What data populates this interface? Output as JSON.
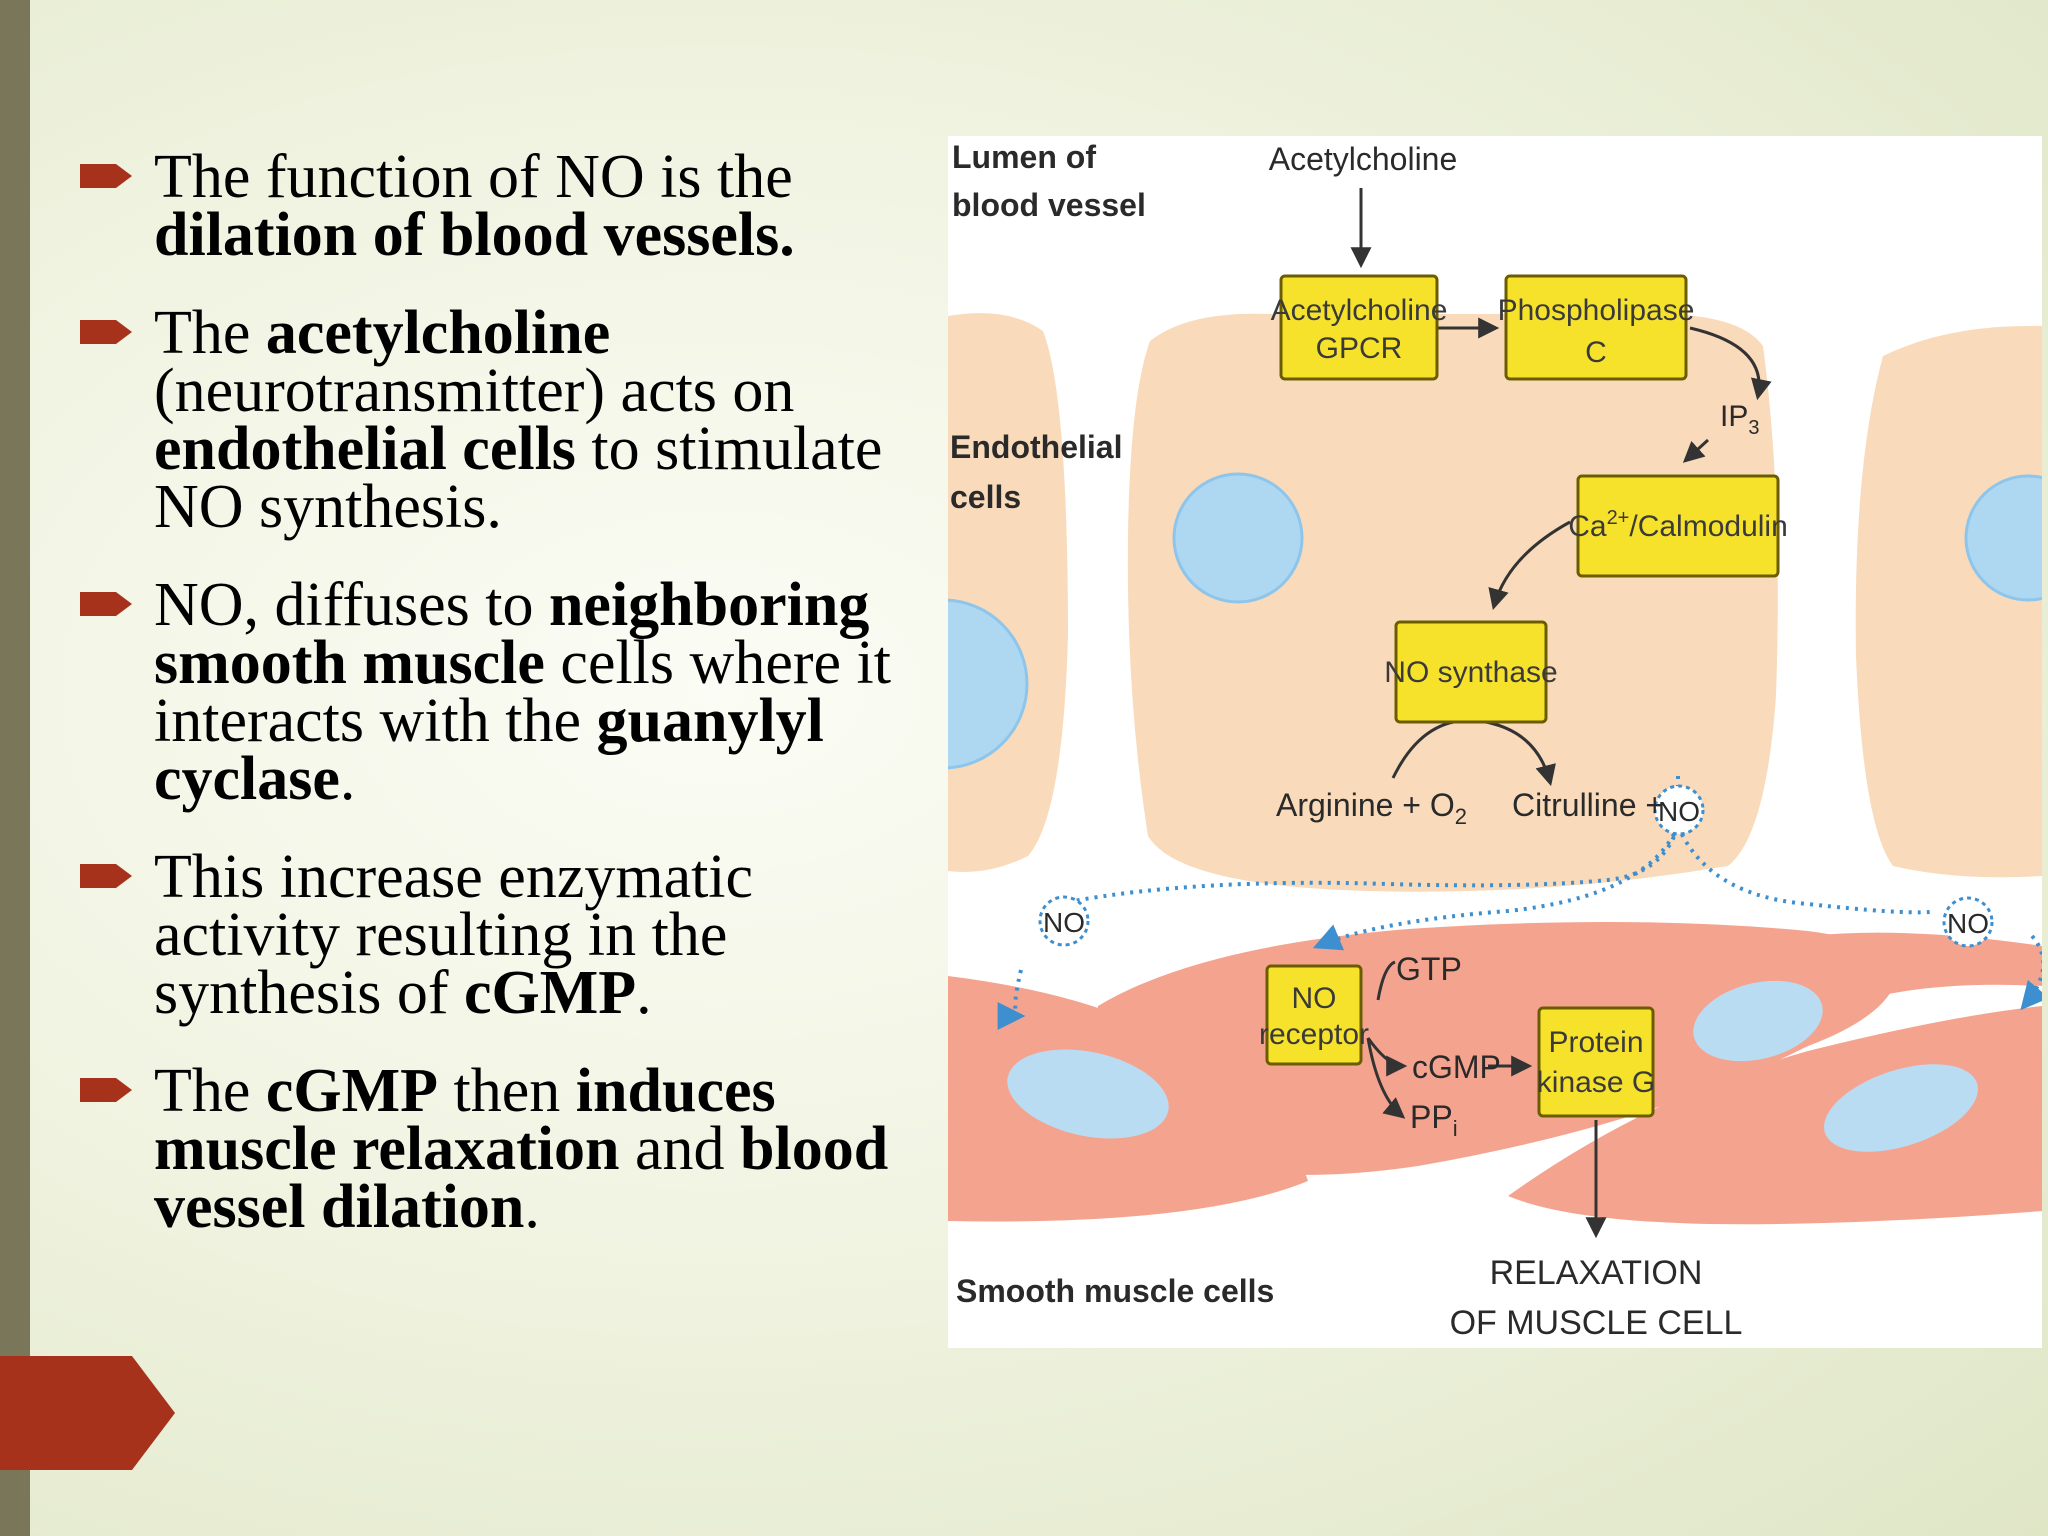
{
  "theme": {
    "accent": "#a6321c",
    "sidebar": "#7a765a",
    "box_fill": "#f7e22b",
    "box_stroke": "#6b5c00"
  },
  "bullets": [
    {
      "segments": [
        {
          "text": "The function of NO is the ",
          "bold": false
        },
        {
          "text": "dilation of blood vessels.",
          "bold": true
        }
      ]
    },
    {
      "segments": [
        {
          "text": "The ",
          "bold": false
        },
        {
          "text": "acetylcholine",
          "bold": true
        },
        {
          "text": " (neurotransmitter) acts on ",
          "bold": false
        },
        {
          "text": "endothelial cells",
          "bold": true
        },
        {
          "text": " to stimulate NO synthesis.",
          "bold": false
        }
      ]
    },
    {
      "segments": [
        {
          "text": "NO, diffuses to ",
          "bold": false
        },
        {
          "text": "neighboring smooth muscle",
          "bold": true
        },
        {
          "text": " cells where it interacts with the ",
          "bold": false
        },
        {
          "text": "guanylyl cyclase",
          "bold": true
        },
        {
          "text": ".",
          "bold": false
        }
      ]
    },
    {
      "segments": [
        {
          "text": "This increase enzymatic activity resulting in the synthesis of ",
          "bold": false
        },
        {
          "text": "cGMP",
          "bold": true
        },
        {
          "text": ".",
          "bold": false
        }
      ]
    },
    {
      "segments": [
        {
          "text": "The ",
          "bold": false
        },
        {
          "text": "cGMP",
          "bold": true
        },
        {
          "text": " then ",
          "bold": false
        },
        {
          "text": "induces muscle relaxation",
          "bold": true
        },
        {
          "text": " and ",
          "bold": false
        },
        {
          "text": "blood vessel dilation",
          "bold": true
        },
        {
          "text": ".",
          "bold": false
        }
      ]
    }
  ],
  "diagram": {
    "lumen_label_1": "Lumen of",
    "lumen_label_2": "blood vessel",
    "acetylcholine": "Acetylcholine",
    "gpcr_1": "Acetylcholine",
    "gpcr_2": "GPCR",
    "plc_1": "Phospholipase",
    "plc_2": "C",
    "ip3": "IP",
    "ip3_sub": "3",
    "endothelial_1": "Endothelial",
    "endothelial_2": "cells",
    "calmodulin_pre": "Ca",
    "calmodulin_sup": "2+",
    "calmodulin_post": "/Calmodulin",
    "no_synthase": "NO synthase",
    "arginine": "Arginine + O",
    "arginine_sub": "2",
    "citrulline": "Citrulline +",
    "no": "NO",
    "no_receptor_1": "NO",
    "no_receptor_2": "receptor",
    "gtp": "GTP",
    "cgmp": "cGMP",
    "ppi": "PP",
    "ppi_sub": "i",
    "pkg_1": "Protein",
    "pkg_2": "kinase G",
    "smooth_muscle": "Smooth muscle cells",
    "relaxation_1": "RELAXATION",
    "relaxation_2": "OF MUSCLE CELL"
  }
}
